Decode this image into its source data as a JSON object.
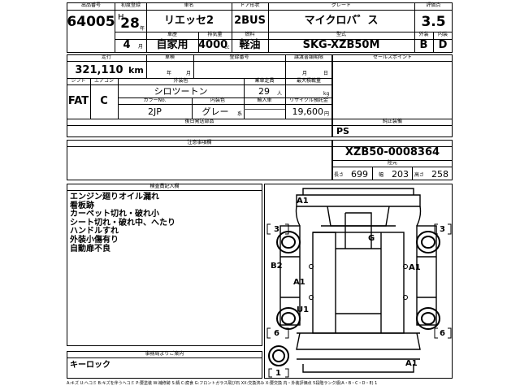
{
  "header": {
    "auction_no_label": "出品番号",
    "auction_no": "64005",
    "first_reg_label": "初度登録",
    "era": "H",
    "year": "28",
    "year_unit": "年",
    "month": "4",
    "month_unit": "月",
    "car_name_label": "車名",
    "car_name": "リエッセ2",
    "door_label": "ドア形状",
    "door": "2BUS",
    "grade_label": "グレード",
    "grade": "マイクロバ゛ス",
    "score_label": "評価点",
    "score": "3.5",
    "exterior_label": "外装",
    "interior_label": "内装",
    "exterior": "B",
    "interior": "D",
    "usage_label": "車歴",
    "usage": "自家用",
    "displacement_label": "排気量",
    "displacement": "4000",
    "displacement_unit": "cc",
    "fuel_label": "燃料",
    "fuel": "軽油",
    "model_label": "型式",
    "model": "SKG-XZB50M"
  },
  "row2": {
    "mileage_label": "走行",
    "mileage": "321,110",
    "mileage_unit": "km",
    "inspection_label": "車検",
    "inspection_year_unit": "年",
    "inspection_month_unit": "月",
    "reg_no_label": "登録番号",
    "doc_deadline_label": "譲渡書類期限",
    "doc_month_unit": "月",
    "doc_day_unit": "日",
    "sales_point_label": "セールスポイント"
  },
  "row3": {
    "shift_label": "シフト",
    "aircon_label": "エアコン",
    "shift": "FAT",
    "aircon": "C",
    "color_label": "外装色",
    "color": "シロツートン",
    "capacity_label": "乗車定員",
    "capacity": "29",
    "capacity_unit": "人",
    "max_load_label": "最大積載量",
    "max_load_unit": "kg",
    "color_no_label": "カラーNo.",
    "interior_color_label": "内装色",
    "color_no": "2JP",
    "interior_color": "グレー",
    "interior_color_suffix": "系",
    "import_label": "輸入車",
    "recycle_label": "リサイクル預託金",
    "recycle_fee": "19,600",
    "recycle_unit": "円",
    "aftermarket_label": "後日発送部品",
    "genuine_equip_label": "純正装備",
    "genuine_equip": "PS"
  },
  "notice": {
    "notice_label": "注意事項欄",
    "chassis_no": "XZB50-0008364",
    "chassis_sub_label": "陸元",
    "length_label": "長さ",
    "length": "699",
    "width_label": "幅",
    "width": "203",
    "height_label": "高さ",
    "height": "258"
  },
  "inspector": {
    "label": "検査員記入欄",
    "notes": [
      "エンジン廻りオイル漏れ",
      "看板跡",
      "カーペット切れ・破れ小",
      "シート切れ・破れ中、へたり",
      "ハンドルすれ",
      "外装小傷有り",
      "自動扉不良"
    ]
  },
  "office": {
    "label": "事務局よりご案内",
    "note": "キーロック"
  },
  "diagram": {
    "marks": [
      "A1",
      "3",
      "3",
      "G",
      "B2",
      "A1",
      "A1",
      "U1",
      "6",
      "6",
      "1",
      "A1"
    ]
  },
  "legend": "A:キズ U:ヘコミ B:キズを伴うヘコミ P:要塗装 W:補修跡 S:錆 C:腐食 G:フロントガラス飛び石 XX:交換済み X:要交換 内・外装評価点 5段階ランク順(A・B・C・D・E) 1"
}
